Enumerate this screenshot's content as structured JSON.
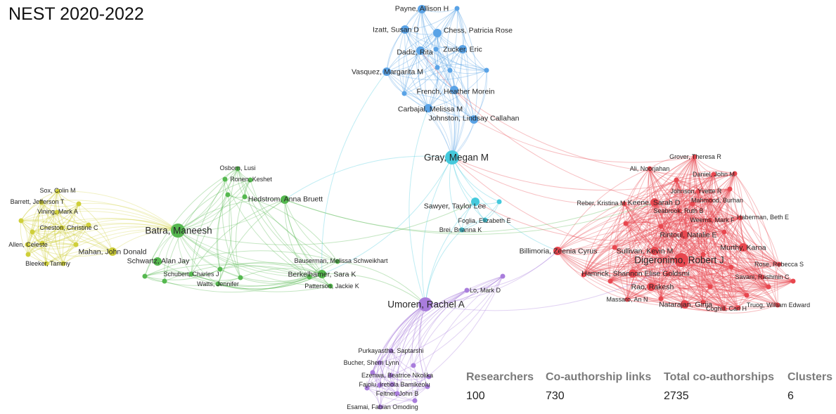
{
  "title": "NEST 2020-2022",
  "colors": {
    "blue": "#5aa3e6",
    "cyan": "#44c9dc",
    "green": "#55b84f",
    "yellow": "#cfcf3a",
    "red": "#e8474f",
    "purple": "#a97ddc"
  },
  "clusters": [
    {
      "id": "blue",
      "color": "blue",
      "nodes": [
        {
          "label": "Payne, Allison H",
          "size": 1
        },
        {
          "label": "Izatt, Susan D",
          "size": 1
        },
        {
          "label": "Chess, Patricia Rose",
          "size": 1
        },
        {
          "label": "Dadiz, Rita",
          "size": 1
        },
        {
          "label": "Zucker, Eric",
          "size": 1
        },
        {
          "label": "Vasquez, Margarita M",
          "size": 1
        },
        {
          "label": "French, Heather Morein",
          "size": 1
        },
        {
          "label": "Carbajal, Melissa M",
          "size": 1
        },
        {
          "label": "Johnston, Lindsay Callahan",
          "size": 1
        }
      ]
    },
    {
      "id": "cyan",
      "color": "cyan",
      "nodes": [
        {
          "label": "Gray, Megan M",
          "size": 2
        },
        {
          "label": "Sawyer, Taylor Lee",
          "size": 1
        },
        {
          "label": "Foglia, Elizabeth E",
          "size": 0
        },
        {
          "label": "Brei, Brianna K",
          "size": 0
        }
      ]
    },
    {
      "id": "green",
      "color": "green",
      "nodes": [
        {
          "label": "Osborn, Lusi",
          "size": 0
        },
        {
          "label": "Ronen, Keshet",
          "size": 0
        },
        {
          "label": "Hedstrom, Anna Bruett",
          "size": 1
        },
        {
          "label": "Batra, Maneesh",
          "size": 2
        },
        {
          "label": "Schwartz, Alan Jay",
          "size": 1
        },
        {
          "label": "Schubert, Charles J",
          "size": 0
        },
        {
          "label": "Watts, Jennifer",
          "size": 0
        },
        {
          "label": "Bauserman, Melissa Schweikhart",
          "size": 0
        },
        {
          "label": "Berkelhamer, Sara K",
          "size": 1
        },
        {
          "label": "Patterson, Jackie K",
          "size": 0
        }
      ]
    },
    {
      "id": "yellow",
      "color": "yellow",
      "nodes": [
        {
          "label": "Sox, Colin M",
          "size": 0
        },
        {
          "label": "Barrett, Jefferson T",
          "size": 0
        },
        {
          "label": "Vining, Mark A",
          "size": 0
        },
        {
          "label": "Cheston, Christine C",
          "size": 0
        },
        {
          "label": "Allen, Celeste",
          "size": 0
        },
        {
          "label": "Mahan, John Donald",
          "size": 1
        },
        {
          "label": "Bleeker, Tammy",
          "size": 0
        }
      ]
    },
    {
      "id": "red",
      "color": "red",
      "nodes": [
        {
          "label": "Grover, Theresa R",
          "size": 0
        },
        {
          "label": "Ali, Noorjahan",
          "size": 0
        },
        {
          "label": "Daniel, John M",
          "size": 0
        },
        {
          "label": "Johnson, Yvette R",
          "size": 0
        },
        {
          "label": "Mahmood, Burhan",
          "size": 0
        },
        {
          "label": "Reber, Kristina M",
          "size": 0
        },
        {
          "label": "Keene, Sarah D",
          "size": 1
        },
        {
          "label": "Seabrook, Ruth B",
          "size": 0
        },
        {
          "label": "Weems, Mark F",
          "size": 0
        },
        {
          "label": "Haberman, Beth E",
          "size": 0
        },
        {
          "label": "Rintoul, Natalie E",
          "size": 1
        },
        {
          "label": "Billimoria, Zeenia Cyrus",
          "size": 1
        },
        {
          "label": "Murthy, Karna",
          "size": 1
        },
        {
          "label": "Sullivan, Kevin M",
          "size": 1
        },
        {
          "label": "Digeronimo, Robert J",
          "size": 2
        },
        {
          "label": "Rose, Rebecca S",
          "size": 0
        },
        {
          "label": "Hamrick, Shannon Elise Goldsmi",
          "size": 1
        },
        {
          "label": "Savani, Rashmin C",
          "size": 0
        },
        {
          "label": "Rao, Rakesh",
          "size": 1
        },
        {
          "label": "Coghill, Carl H",
          "size": 0
        },
        {
          "label": "Massaro, An N",
          "size": 0
        },
        {
          "label": "Natarajan, Girija",
          "size": 1
        },
        {
          "label": "Truog, William Edward",
          "size": 0
        }
      ]
    },
    {
      "id": "purple",
      "color": "purple",
      "nodes": [
        {
          "label": "Lo, Mark D",
          "size": 0
        },
        {
          "label": "Umoren, Rachel A",
          "size": 2
        },
        {
          "label": "Purkayastha, Saptarshi",
          "size": 0
        },
        {
          "label": "Bucher, Sherri Lynn",
          "size": 0
        },
        {
          "label": "Ezenwa, Beatrice Nkolika",
          "size": 0
        },
        {
          "label": "Fajolu, Iretiola Bamikeolu",
          "size": 0
        },
        {
          "label": "Feltner, John B",
          "size": 0
        },
        {
          "label": "Esamai, Fabian Omoding",
          "size": 0
        }
      ]
    }
  ],
  "stats": [
    {
      "label": "Researchers",
      "value": "100"
    },
    {
      "label": "Co-authorship links",
      "value": "730"
    },
    {
      "label": "Total co-authorships",
      "value": "2735"
    },
    {
      "label": "Clusters",
      "value": "6"
    }
  ]
}
